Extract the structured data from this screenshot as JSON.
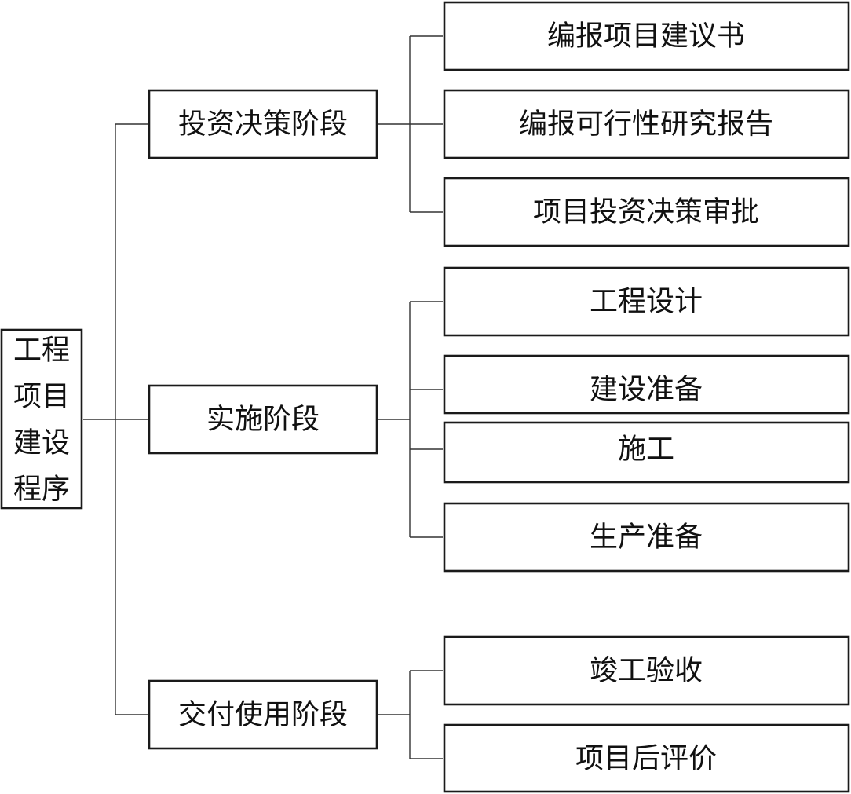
{
  "root": {
    "lines": [
      "工程",
      "项目",
      "建设",
      "程序"
    ]
  },
  "stages": [
    {
      "label": "投资决策阶段",
      "steps": [
        "编报项目建议书",
        "编报可行性研究报告",
        "项目投资决策审批"
      ]
    },
    {
      "label": "实施阶段",
      "steps": [
        "工程设计",
        "建设准备",
        "施工",
        "生产准备"
      ]
    },
    {
      "label": "交付使用阶段",
      "steps": [
        "竣工验收",
        "项目后评价"
      ]
    }
  ]
}
